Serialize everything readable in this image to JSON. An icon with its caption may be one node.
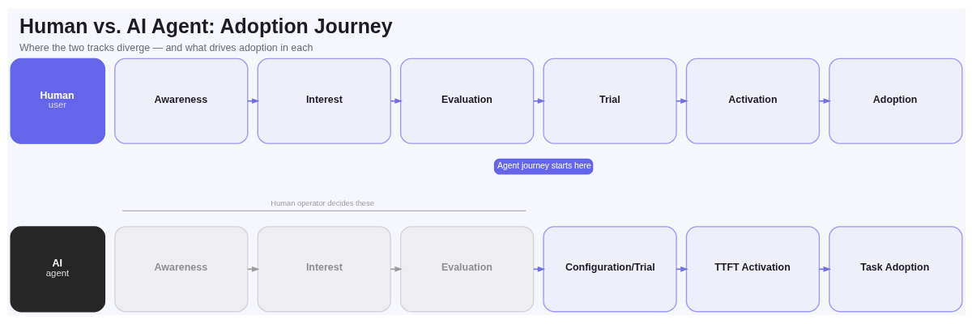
{
  "diagram": {
    "title": "Human vs. AI Agent: Adoption Journey",
    "caption": "Where the two tracks diverge — and what drives adoption in each",
    "nodes": [
      {
        "text": [
          "Human",
          "user"
        ]
      },
      {
        "text": [
          "Awareness"
        ]
      },
      {
        "text": [
          "Interest"
        ]
      },
      {
        "text": [
          "Evaluation"
        ]
      },
      {
        "text": [
          "Trial"
        ]
      },
      {
        "text": [
          "Activation"
        ]
      },
      {
        "text": [
          "Adoption"
        ]
      },
      {
        "text": [
          "AI",
          "agent"
        ]
      },
      {
        "text": [
          "Awareness"
        ]
      },
      {
        "text": [
          "Interest"
        ]
      },
      {
        "text": [
          "Evaluation"
        ]
      },
      {
        "text": [
          "Configuration/Trial"
        ]
      },
      {
        "text": [
          "TTFT Activation"
        ]
      },
      {
        "text": [
          "Task Adoption"
        ]
      }
    ],
    "edges": [
      {
        "from": 1,
        "to": 2,
        "arrow": "to"
      },
      {
        "from": 2,
        "to": 3,
        "arrow": "to"
      },
      {
        "from": 3,
        "to": 4,
        "arrow": "to"
      },
      {
        "from": 4,
        "to": 5,
        "arrow": "to"
      },
      {
        "from": 5,
        "to": 6,
        "arrow": "to"
      },
      {
        "from": 8,
        "to": 9,
        "arrow": "to",
        "color": "#9a9a9f"
      },
      {
        "from": 9,
        "to": 10,
        "arrow": "to",
        "color": "#9a9a9f"
      },
      {
        "from": 10,
        "to": 11,
        "arrow": "to"
      },
      {
        "from": 11,
        "to": 12,
        "arrow": "to"
      },
      {
        "from": 12,
        "to": 13,
        "arrow": "to"
      }
    ],
    "labels": [
      "Agent journey starts here",
      "Human operator decides these"
    ]
  }
}
